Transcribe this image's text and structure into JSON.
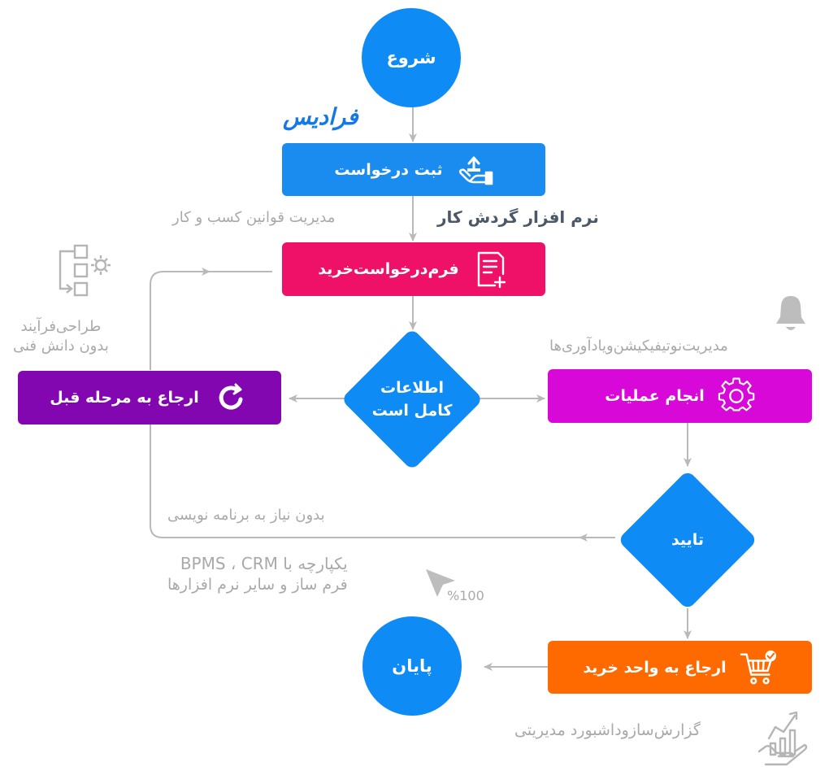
{
  "brand": "فرادیس",
  "nodes": {
    "start": "شروع",
    "register": "ثبت درخواست",
    "purchase_form": "فرم‌درخواست‌خرید",
    "info_complete_line1": "اطلاعات",
    "info_complete_line2": "کامل است",
    "return_previous": "ارجاع به مرحله قبل",
    "operations": "انجام عملیات",
    "approve": "تایید",
    "return_purchase": "ارجاع به واحد خرید",
    "end": "پایان"
  },
  "notes": {
    "workflow_software": "نرم افزار گردش کار",
    "business_rules": "مدیریت قوانین کسب و کار",
    "process_design_line1": "طراحی‌فرآیند",
    "process_design_line2": "بدون دانش فنی",
    "notifications": "مدیریت‌نوتیفیکیشن‌و‌یادآوری‌ها",
    "no_programming": "بدون نیاز به برنامه نویسی",
    "integration_line1": "یکپارچه با BPMS ، CRM",
    "integration_line2": "فرم ساز و سایر نرم افزارها",
    "percent": "%100",
    "reports": "گزارش‌سازو‌داشبورد مدیریتی"
  },
  "colors": {
    "blue": "#0e8bf5",
    "register_box": "#1a8cf0",
    "purchase_form_box": "#ee1167",
    "return_previous_box": "#8207b0",
    "operations_box": "#d808d8",
    "return_purchase_box": "#ff6a00",
    "connector": "#b9b9b9",
    "gray_text": "#a9a9a9"
  },
  "icons": {
    "register": "hand-upload-icon",
    "purchase_form": "document-add-icon",
    "return_previous": "refresh-icon",
    "operations": "gear-icon",
    "return_purchase": "cart-check-icon",
    "process_design": "flowchart-icon",
    "notifications": "bell-icon",
    "percent": "cursor-arrow-icon",
    "reports": "hand-chart-icon"
  }
}
